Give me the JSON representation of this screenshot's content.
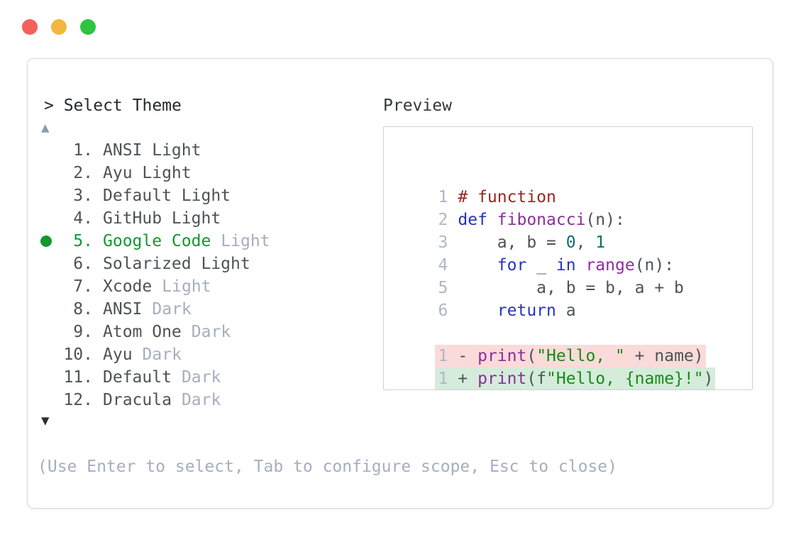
{
  "window": {
    "traffic_lights": [
      {
        "icon": "close-icon",
        "color": "#f4605a"
      },
      {
        "icon": "minimize-icon",
        "color": "#f3b73f"
      },
      {
        "icon": "zoom-icon",
        "color": "#2ec343"
      }
    ]
  },
  "theme_picker": {
    "prompt": "> Select Theme",
    "scroll_up_glyph": "▲",
    "scroll_down_glyph": "▼",
    "selected_color": "#12982d",
    "muted_color": "#a6aebe",
    "items": [
      {
        "number": "1.",
        "name": "ANSI Light",
        "suffix": "",
        "selected": false
      },
      {
        "number": "2.",
        "name": "Ayu Light",
        "suffix": "",
        "selected": false
      },
      {
        "number": "3.",
        "name": "Default Light",
        "suffix": "",
        "selected": false
      },
      {
        "number": "4.",
        "name": "GitHub Light",
        "suffix": "",
        "selected": false
      },
      {
        "number": "5.",
        "name": "Google Code",
        "suffix": "Light",
        "selected": true
      },
      {
        "number": "6.",
        "name": "Solarized Light",
        "suffix": "",
        "selected": false
      },
      {
        "number": "7.",
        "name": "Xcode",
        "suffix": "Light",
        "selected": false
      },
      {
        "number": "8.",
        "name": "ANSI",
        "suffix": "Dark",
        "selected": false
      },
      {
        "number": "9.",
        "name": "Atom One",
        "suffix": "Dark",
        "selected": false
      },
      {
        "number": "10.",
        "name": "Ayu",
        "suffix": "Dark",
        "selected": false
      },
      {
        "number": "11.",
        "name": "Default",
        "suffix": "Dark",
        "selected": false
      },
      {
        "number": "12.",
        "name": "Dracula",
        "suffix": "Dark",
        "selected": false
      }
    ],
    "help_text": "(Use Enter to select, Tab to configure scope, Esc to close)"
  },
  "preview": {
    "label": "Preview",
    "syntax_colors": {
      "keyword": "#2433c0",
      "function": "#8c2f9b",
      "comment": "#9b2521",
      "number": "#0d6c6d",
      "string": "#1a8a1a",
      "plain": "#4e5257",
      "line_number": "#aeb7c6",
      "diff_removed_bg": "#fbdbd9",
      "diff_added_bg": "#d5ecdb"
    },
    "code_lines": [
      {
        "n": "1",
        "bg": "",
        "tokens": [
          {
            "t": "# function",
            "c": "cm"
          }
        ]
      },
      {
        "n": "2",
        "bg": "",
        "tokens": [
          {
            "t": "def",
            "c": "kw"
          },
          {
            "t": " ",
            "c": "pl"
          },
          {
            "t": "fibonacci",
            "c": "fn"
          },
          {
            "t": "(n):",
            "c": "pl"
          }
        ]
      },
      {
        "n": "3",
        "bg": "",
        "tokens": [
          {
            "t": "    a, b = ",
            "c": "pl"
          },
          {
            "t": "0",
            "c": "num"
          },
          {
            "t": ", ",
            "c": "pl"
          },
          {
            "t": "1",
            "c": "num"
          }
        ]
      },
      {
        "n": "4",
        "bg": "",
        "tokens": [
          {
            "t": "    ",
            "c": "pl"
          },
          {
            "t": "for",
            "c": "kw"
          },
          {
            "t": " _ ",
            "c": "pl"
          },
          {
            "t": "in",
            "c": "kw"
          },
          {
            "t": " ",
            "c": "pl"
          },
          {
            "t": "range",
            "c": "fn"
          },
          {
            "t": "(n):",
            "c": "pl"
          }
        ]
      },
      {
        "n": "5",
        "bg": "",
        "tokens": [
          {
            "t": "        a, b = b, a + b",
            "c": "pl"
          }
        ]
      },
      {
        "n": "6",
        "bg": "",
        "tokens": [
          {
            "t": "    ",
            "c": "pl"
          },
          {
            "t": "return",
            "c": "kw"
          },
          {
            "t": " a",
            "c": "pl"
          }
        ]
      },
      {
        "n": "",
        "bg": "",
        "tokens": []
      },
      {
        "n": "1",
        "bg": "removed",
        "tokens": [
          {
            "t": "- ",
            "c": "pl"
          },
          {
            "t": "print",
            "c": "fn"
          },
          {
            "t": "(",
            "c": "pl"
          },
          {
            "t": "\"Hello, \"",
            "c": "str"
          },
          {
            "t": " + name)",
            "c": "pl"
          }
        ]
      },
      {
        "n": "1",
        "bg": "added",
        "tokens": [
          {
            "t": "+ ",
            "c": "pl"
          },
          {
            "t": "print",
            "c": "fn"
          },
          {
            "t": "(f",
            "c": "pl"
          },
          {
            "t": "\"Hello, {name}!\"",
            "c": "str"
          },
          {
            "t": ")",
            "c": "pl"
          }
        ]
      }
    ]
  }
}
